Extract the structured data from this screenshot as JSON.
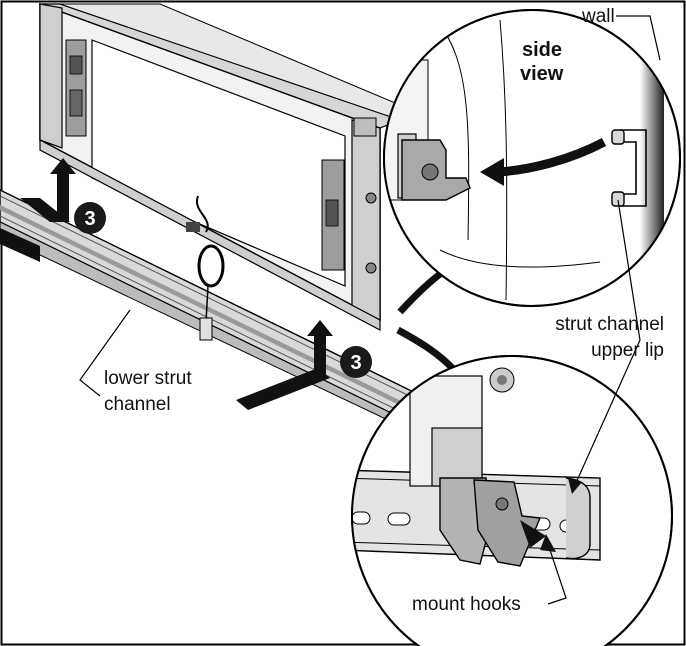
{
  "labels": {
    "wall": "wall",
    "side_view_line1": "side",
    "side_view_line2": "view",
    "strut_upper_lip_line1": "strut channel",
    "strut_upper_lip_line2": "upper lip",
    "lower_strut_line1": "lower strut",
    "lower_strut_line2": "channel",
    "mount_hooks": "mount hooks"
  },
  "step_badges": [
    {
      "number": "3"
    },
    {
      "number": "3"
    }
  ],
  "colors": {
    "outline": "#000000",
    "metal_light": "#e6e6e6",
    "metal_mid": "#bdbdbd",
    "metal_dark": "#8c8c8c",
    "hook_gray": "#a9a9a9",
    "badge": "#1a1a1a",
    "arrow": "#1a1a1a"
  }
}
